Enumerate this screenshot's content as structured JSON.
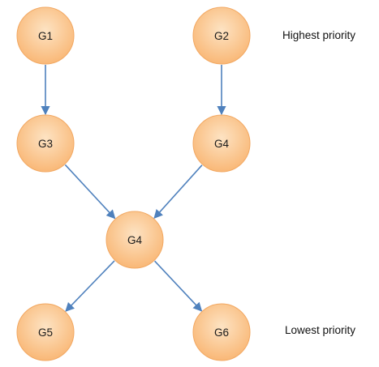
{
  "nodes": [
    {
      "id": "n1",
      "label": "G1"
    },
    {
      "id": "n2",
      "label": "G2"
    },
    {
      "id": "n3",
      "label": "G3"
    },
    {
      "id": "n4",
      "label": "G4"
    },
    {
      "id": "n5",
      "label": "G4"
    },
    {
      "id": "n6",
      "label": "G5"
    },
    {
      "id": "n7",
      "label": "G6"
    }
  ],
  "edges": [
    {
      "from": "n1",
      "to": "n3"
    },
    {
      "from": "n2",
      "to": "n4"
    },
    {
      "from": "n3",
      "to": "n5"
    },
    {
      "from": "n4",
      "to": "n5"
    },
    {
      "from": "n5",
      "to": "n6"
    },
    {
      "from": "n5",
      "to": "n7"
    }
  ],
  "labels": {
    "highest": "Highest priority",
    "lowest": "Lowest priority"
  },
  "colors": {
    "node_fill_light": "#fde3c3",
    "node_fill_dark": "#f9b877",
    "node_stroke": "#f2a862",
    "edge": "#4f81bd"
  }
}
